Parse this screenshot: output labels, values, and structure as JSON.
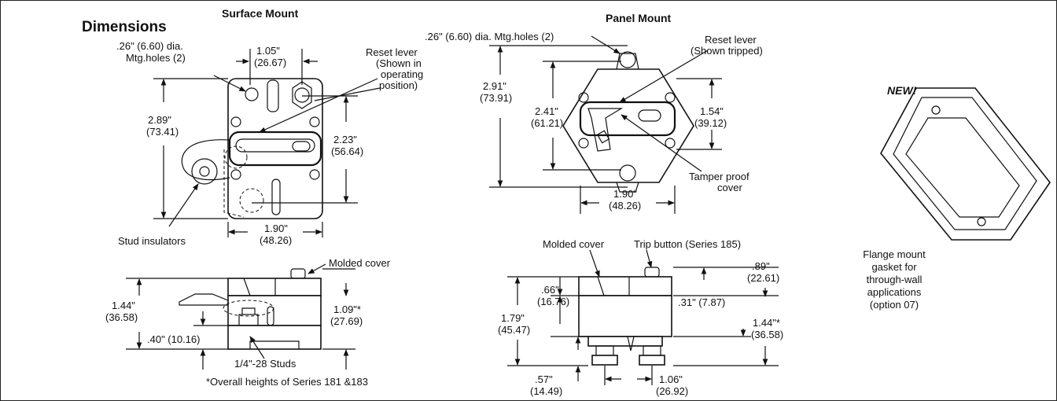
{
  "section_title": "Dimensions",
  "surface_mount": {
    "heading": "Surface Mount",
    "mtg_holes_line1": ".26\" (6.60) dia.",
    "mtg_holes_line2": "Mtg.holes (2)",
    "width_top_in": "1.05\"",
    "width_top_mm": "(26.67)",
    "reset_lever_l1": "Reset lever",
    "reset_lever_l2": "(Shown in",
    "reset_lever_l3": "operating",
    "reset_lever_l4": "position)",
    "height_in": "2.89\"",
    "height_mm": "(73.41)",
    "inner_height_in": "2.23\"",
    "inner_height_mm": "(56.64)",
    "width_in": "1.90\"",
    "width_mm": "(48.26)",
    "stud_insulators": "Stud insulators"
  },
  "panel_mount": {
    "heading": "Panel Mount",
    "mtg_holes": ".26\" (6.60) dia. Mtg.holes (2)",
    "reset_lever_l1": "Reset lever",
    "reset_lever_l2": "(Shown tripped)",
    "height_in": "2.91\"",
    "height_mm": "(73.91)",
    "inner_height_in": "2.41\"",
    "inner_height_mm": "(61.21)",
    "right_height_in": "1.54\"",
    "right_height_mm": "(39.12)",
    "tamper_l1": "Tamper proof",
    "tamper_l2": "cover",
    "width_in": "1.90\"",
    "width_mm": "(48.26)"
  },
  "side_surface": {
    "molded_cover": "Molded cover",
    "height_in": "1.44\"",
    "height_mm": "(36.58)",
    "overall_in": "1.09\"*",
    "overall_mm": "(27.69)",
    "base": ".40\" (10.16)",
    "studs": "1/4\"-28 Studs",
    "footnote": "*Overall heights of Series 181 &183"
  },
  "side_panel": {
    "molded_cover": "Molded cover",
    "trip_button": "Trip button (Series 185)",
    "top_in": ".89\"",
    "top_mm": "(22.61)",
    "cover_in": ".66\"",
    "cover_mm": "(16.76)",
    "step": ".31\" (7.87)",
    "height_in": "1.79\"",
    "height_mm": "(45.47)",
    "right_in": "1.44\"*",
    "right_mm": "(36.58)",
    "stud_h_in": ".57\"",
    "stud_h_mm": "(14.49)",
    "stud_sp_in": "1.06\"",
    "stud_sp_mm": "(26.92)"
  },
  "gasket": {
    "badge": "NEW!",
    "caption_l1": "Flange mount",
    "caption_l2": "gasket for",
    "caption_l3": "through-wall",
    "caption_l4": "applications",
    "caption_l5": "(option 07)"
  }
}
